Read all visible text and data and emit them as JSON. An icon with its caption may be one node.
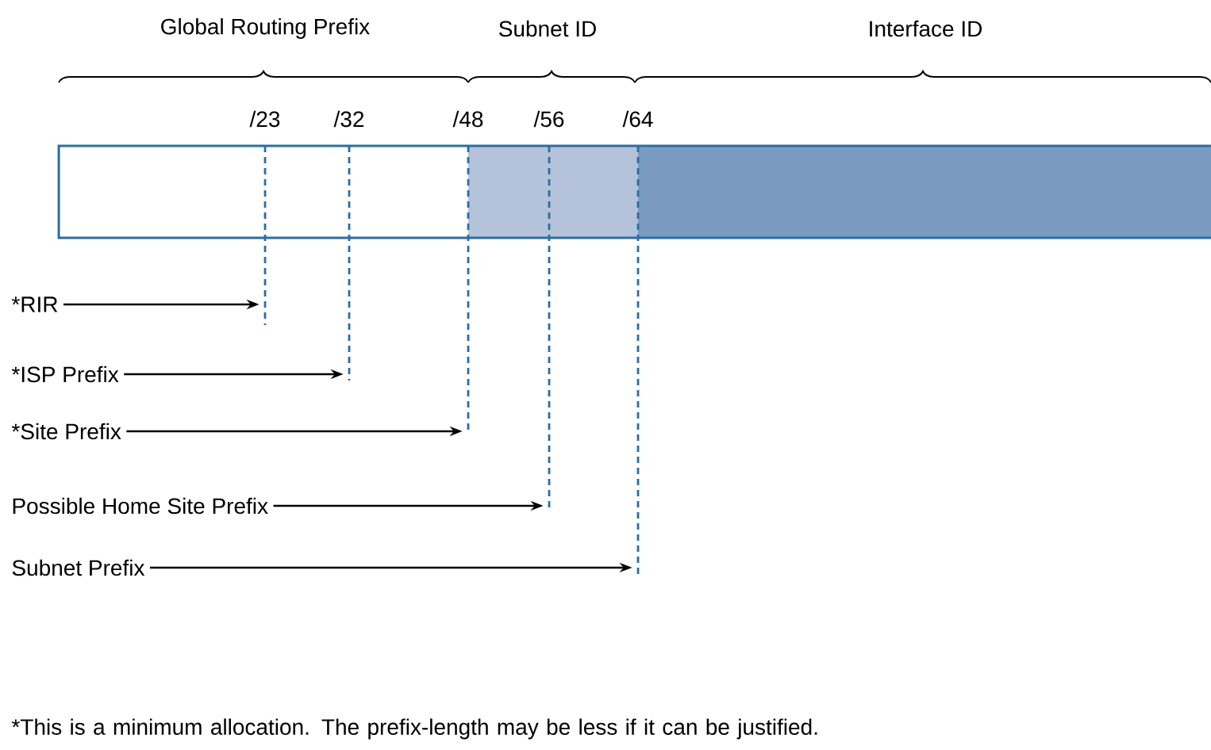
{
  "diagram": {
    "nodes": [
      {
        "text": [
          "*RIR"
        ]
      },
      {
        "text": [
          "*ISP Prefix"
        ]
      },
      {
        "text": [
          "*Site Prefix"
        ]
      },
      {
        "text": [
          "Possible Home Site Prefix"
        ]
      },
      {
        "text": [
          "Subnet Prefix"
        ]
      },
      {
        "text": [],
        "shape": "line",
        "beside": [
          "/23"
        ]
      },
      {
        "text": [],
        "shape": "line",
        "beside": [
          "/32"
        ]
      },
      {
        "text": [],
        "shape": "line",
        "beside": [
          "/48"
        ]
      },
      {
        "text": [],
        "shape": "line",
        "beside": [
          "/56"
        ]
      },
      {
        "text": [],
        "shape": "line",
        "beside": [
          "/64"
        ]
      }
    ],
    "edges": [
      {
        "from": 0,
        "to": 5,
        "arrow": "to"
      },
      {
        "from": 1,
        "to": 6,
        "arrow": "to"
      },
      {
        "from": 2,
        "to": 7,
        "arrow": "to"
      },
      {
        "from": 3,
        "to": 8,
        "arrow": "to"
      },
      {
        "from": 4,
        "to": 9,
        "arrow": "to"
      }
    ],
    "labels": [
      "Global Routing Prefix",
      "Subnet ID",
      "Interface ID",
      "*This is a minimum allocation. The prefix-length may be less if it can be justified."
    ]
  }
}
